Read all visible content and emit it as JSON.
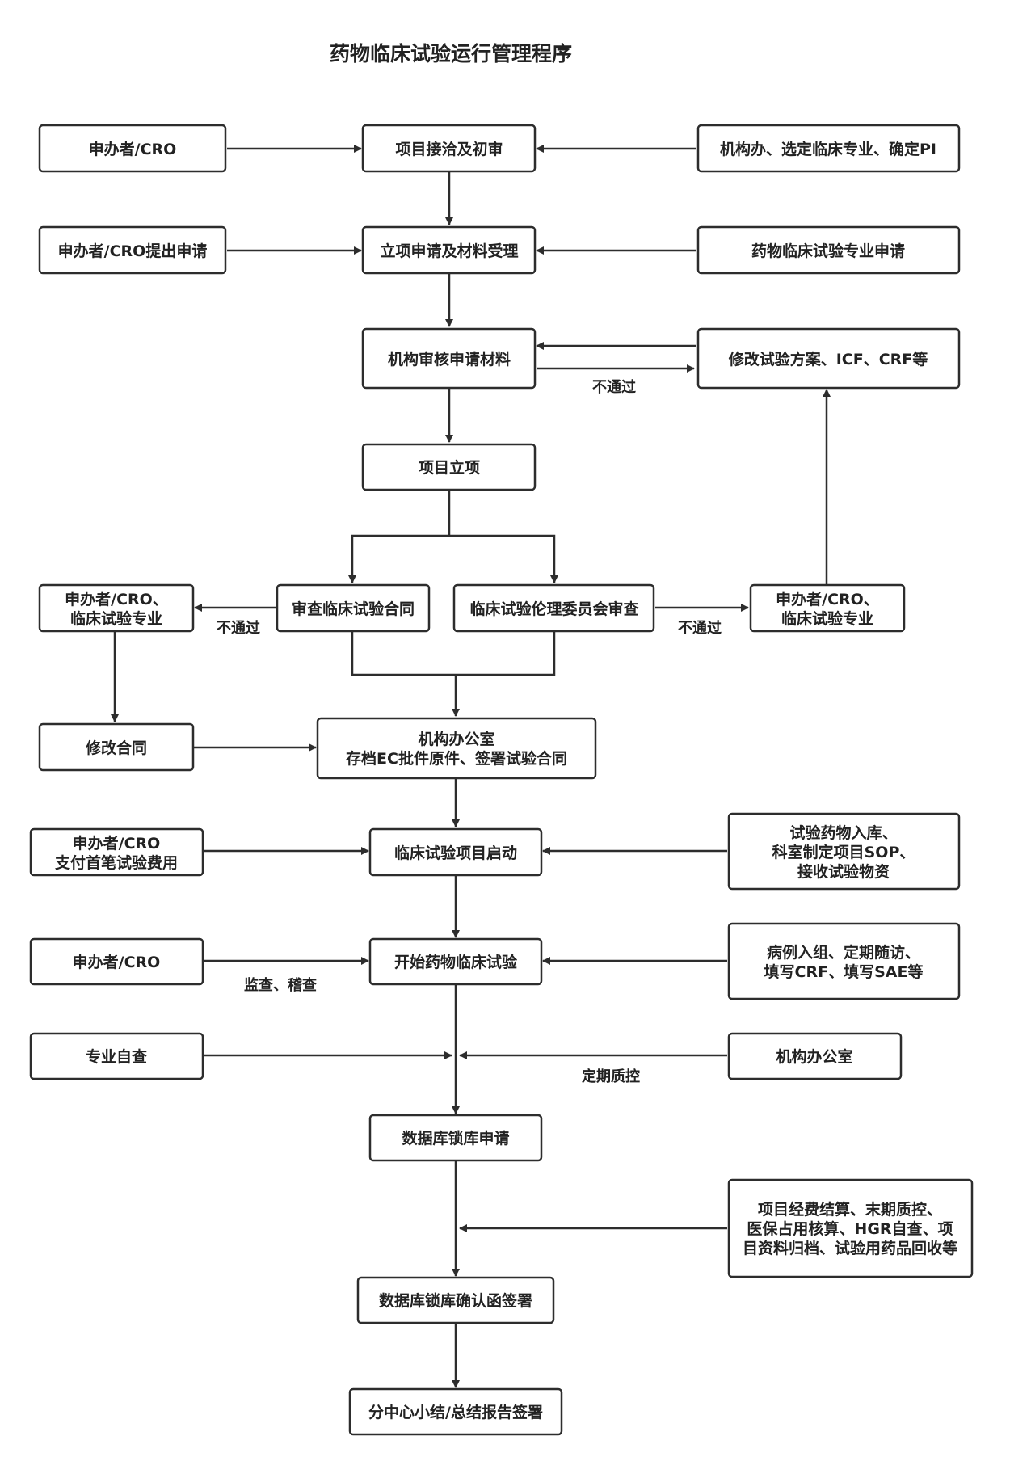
{
  "title": "药物临床试验运行管理程序",
  "nodes": {
    "sponsor_cro": [
      "申办者/CRO"
    ],
    "project_review": [
      "项目接洽及初审"
    ],
    "institution_select": [
      "机构办、选定临床专业、确定PI"
    ],
    "sponsor_apply": [
      "申办者/CRO提出申请"
    ],
    "apply_materials": [
      "立项申请及材料受理"
    ],
    "specialty_apply": [
      "药物临床试验专业申请"
    ],
    "review_materials": [
      "机构审核申请材料"
    ],
    "modify_protocol": [
      "修改试验方案、ICF、CRF等"
    ],
    "project_approval": [
      "项目立项"
    ],
    "contract_review": [
      "审查临床试验合同"
    ],
    "ethics_review": [
      "临床试验伦理委员会审查"
    ],
    "left_sponsor_specialty": [
      "申办者/CRO、",
      "临床试验专业"
    ],
    "right_sponsor_specialty": [
      "申办者/CRO、",
      "临床试验专业"
    ],
    "modify_contract": [
      "修改合同"
    ],
    "office_archive": [
      "机构办公室",
      "存档EC批件原件、签署试验合同"
    ],
    "sponsor_pay": [
      "申办者/CRO",
      "支付首笔试验费用"
    ],
    "trial_start": [
      "临床试验项目启动"
    ],
    "drug_storage": [
      "试验药物入库、",
      "科室制定项目SOP、",
      "接收试验物资"
    ],
    "sponsor_cro_2": [
      "申办者/CRO"
    ],
    "begin_trial": [
      "开始药物临床试验"
    ],
    "case_enroll": [
      "病例入组、定期随访、",
      "填写CRF、填写SAE等"
    ],
    "self_check": [
      "专业自查"
    ],
    "office_qc": [
      "机构办公室"
    ],
    "db_lock_apply": [
      "数据库锁库申请"
    ],
    "settlement": [
      "项目经费结算、末期质控、",
      "医保占用核算、HGR自查、项",
      "目资料归档、试验用药品回收等"
    ],
    "db_lock_confirm": [
      "数据库锁库确认函签署"
    ],
    "summary_report": [
      "分中心小结/总结报告签署"
    ]
  },
  "edge_labels": {
    "not_pass_1": "不通过",
    "not_pass_left": "不通过",
    "not_pass_right": "不通过",
    "monitoring": "监查、稽查",
    "regular_qc": "定期质控"
  }
}
